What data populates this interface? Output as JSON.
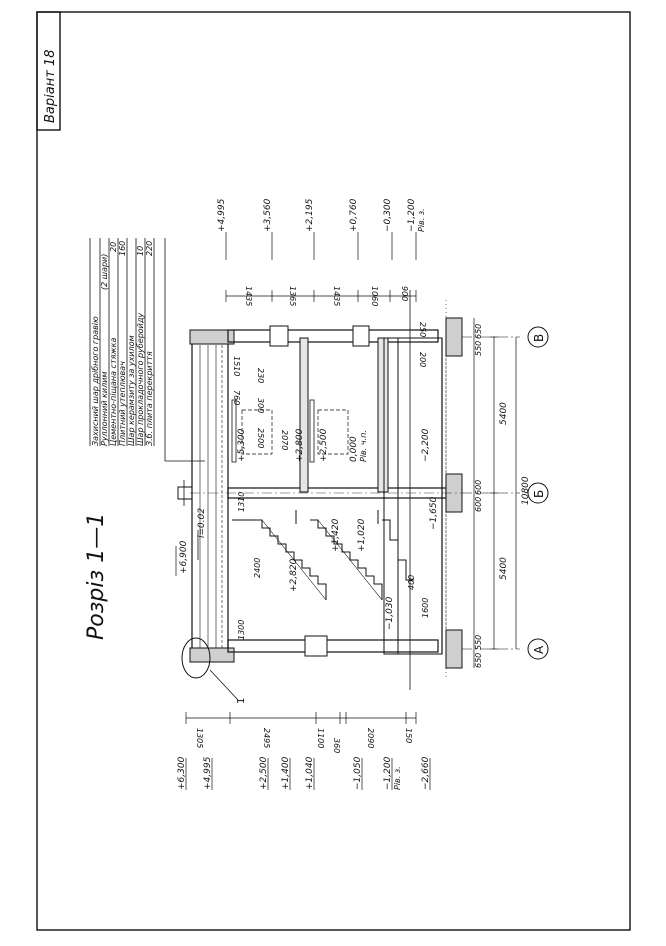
{
  "title_block": {
    "variant": "Варіант 18"
  },
  "section_title": "Розріз 1—1",
  "roof_slope": "i=0.02",
  "roof_layers": [
    {
      "text": "Захисний шар дрібного гравію",
      "value": ""
    },
    {
      "text": "Руллонний килим",
      "value": "(2 шари)"
    },
    {
      "text": "Цементно-піщана стяжка",
      "value": "20"
    },
    {
      "text": "Плитний утеплювач",
      "value": "160"
    },
    {
      "text": "Шар керамзиту за ухилом",
      "value": ""
    },
    {
      "text": "Шар прокладочного руберойду",
      "value": "10"
    },
    {
      "text": "З.б. плита перекриття",
      "value": "220"
    }
  ],
  "callout": "1",
  "axes": [
    "А",
    "Б",
    "В"
  ],
  "dims_axis": {
    "total": "10800",
    "left_span": "5400",
    "right_span": "5400"
  },
  "dims_foundation": [
    "650",
    "550",
    "600",
    "600",
    "550",
    "650"
  ],
  "dims_left_chain": [
    "1305",
    "2495",
    "1100",
    "360",
    "2090",
    "150"
  ],
  "dims_right_chain": [
    "1435",
    "1365",
    "1435",
    "1060",
    "900",
    "250",
    "200"
  ],
  "left_levels": [
    "+6,300",
    "+4,995",
    "+2,500",
    "+1,400",
    "+1,040",
    "−1,050",
    "−1,200",
    "Рів. з.",
    "−2,660"
  ],
  "right_levels": [
    "+4,995",
    "+3,560",
    "+2,195",
    "+0,760",
    "−0,300",
    "−1,200",
    "Рів. з."
  ],
  "floor_marks": [
    "+5,300",
    "+2,800",
    "+2,500",
    "0,000",
    "Рів. ч.п.",
    "−2,200"
  ],
  "stair_marks": [
    "+6,900",
    "+2,820",
    "+1,420",
    "+1,020",
    "−1,030",
    "−1,650"
  ],
  "interior_dims": [
    "1510",
    "230",
    "760",
    "300",
    "2500",
    "2070",
    "1310",
    "2400",
    "1300",
    "400",
    "1600"
  ]
}
